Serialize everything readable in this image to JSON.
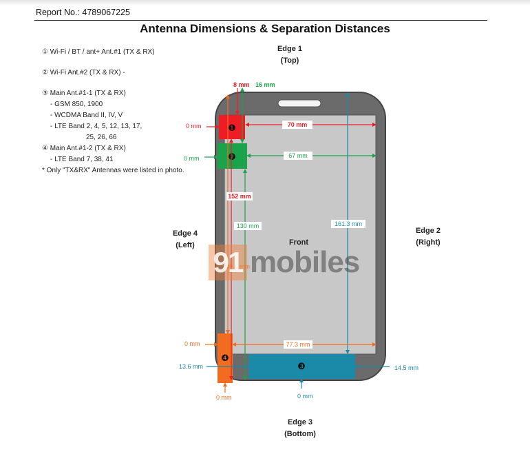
{
  "report": {
    "label": "Report No.:",
    "number": "4789067225"
  },
  "title": "Antenna Dimensions & Separation Distances",
  "legend": {
    "lines": [
      "① Wi-Fi / BT / ant+ Ant.#1 (TX & RX)",
      "② Wi-Fi Ant.#2 (TX & RX)   -",
      "③ Main Ant.#1-1 (TX & RX)",
      "- GSM 850, 1900",
      "- WCDMA Band II, IV, V",
      "- LTE Band 2, 4, 5, 12, 13, 17,",
      "25, 26, 66",
      "④ Main Ant.#1-2 (TX & RX)",
      "- LTE Band 7, 38, 41",
      "* Only \"TX&RX\" Antennas were listed in photo."
    ]
  },
  "edges": {
    "top": {
      "name": "Edge 1",
      "side": "(Top)"
    },
    "right": {
      "name": "Edge 2",
      "side": "(Right)"
    },
    "bottom": {
      "name": "Edge 3",
      "side": "(Bottom)"
    },
    "left": {
      "name": "Edge 4",
      "side": "(Left)"
    }
  },
  "front_label": "Front",
  "antennas": {
    "ant1": {
      "marker": "❶",
      "color": "#ee1c24"
    },
    "ant2": {
      "marker": "❷",
      "color": "#1aa34a"
    },
    "ant3": {
      "marker": "❸",
      "color": "#1a8aa8"
    },
    "ant4": {
      "marker": "❹",
      "color": "#f26c1f"
    }
  },
  "measurements": {
    "m_8": "8 mm",
    "m_16": "16 mm",
    "m_0_ant1_left": "0 mm",
    "m_70": "70 mm",
    "m_0_ant2_left": "0 mm",
    "m_67": "67 mm",
    "m_152": "152 mm",
    "m_130": "130 mm",
    "m_161_3": "161.3 mm",
    "m_139_6": "139.6 mm",
    "m_0_ant4_left": "0 mm",
    "m_77_3": "77.3 mm",
    "m_13_6": "13.6 mm",
    "m_14_5": "14.5 mm",
    "m_0_ant4_bottom": "0 mm",
    "m_0_ant3_bottom": "0  mm"
  },
  "watermark": {
    "prefix": "91",
    "text": "mobiles"
  },
  "colors": {
    "red": "#ee1c24",
    "green": "#1aa34a",
    "teal": "#1a8aa8",
    "orange": "#f26c1f",
    "phone_body": "#6b6b6b",
    "phone_screen": "#c8c8c8"
  }
}
